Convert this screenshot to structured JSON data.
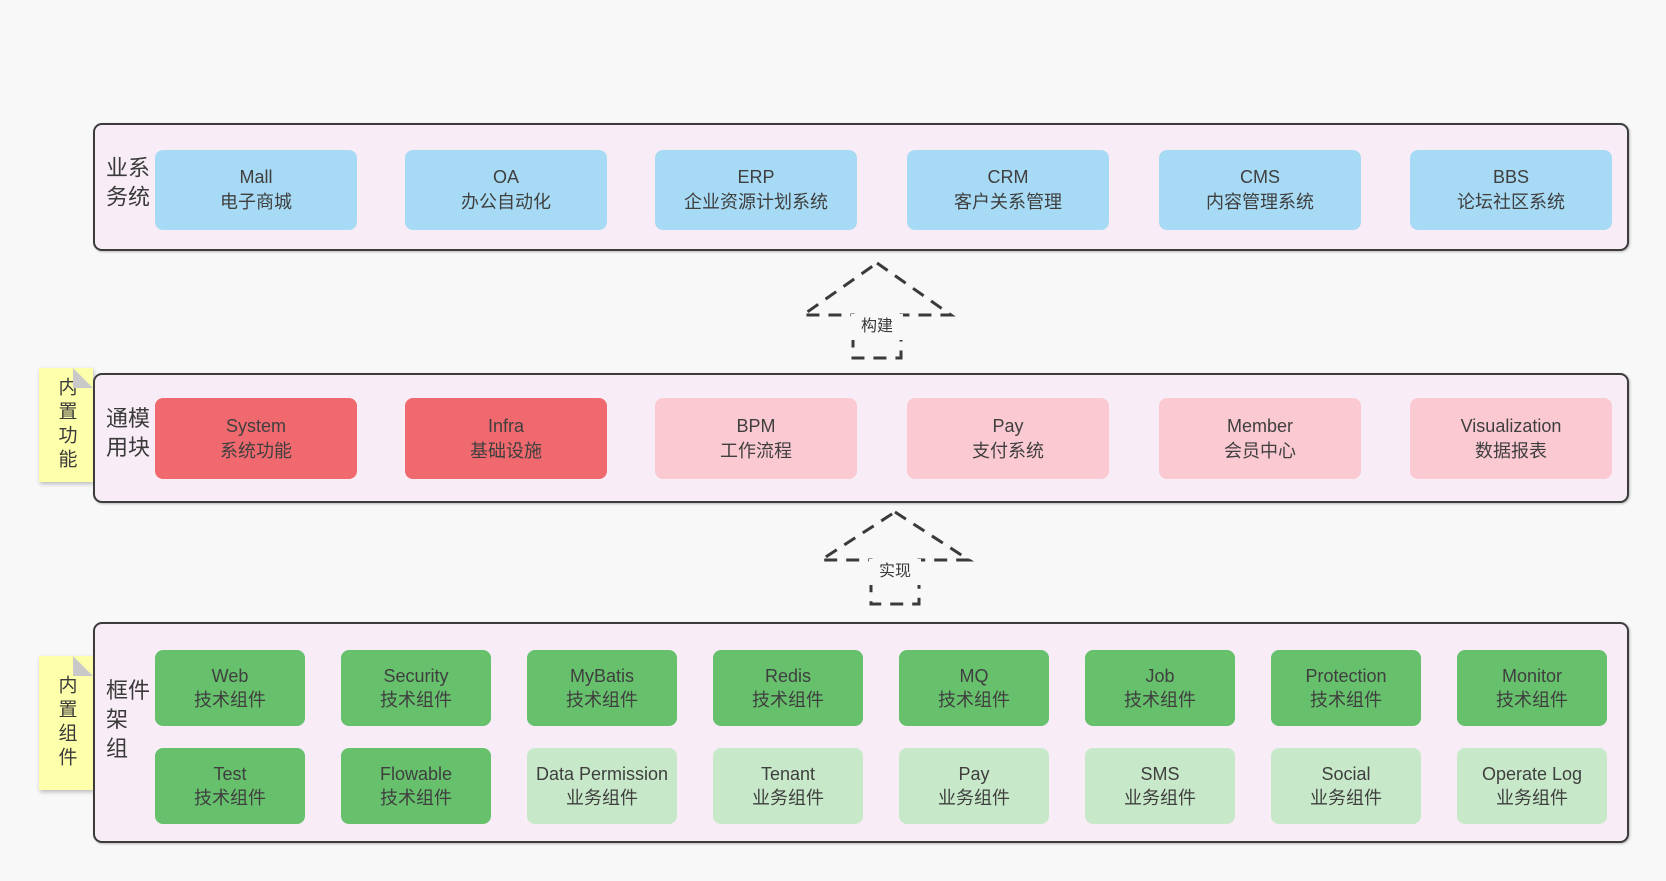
{
  "background": "#f8f8f8",
  "colors": {
    "lane_background": "#f8edf6",
    "lane_border": "#3c3c3c",
    "business_box": "#a7daf4",
    "core_module_box": "#f0696e",
    "optional_module_box": "#fbc9d2",
    "tech_component_box": "#66c06c",
    "biz_component_box": "#c8e9c9",
    "sticky_note": "#feffaa",
    "sticky_fold": "#c9c9c9",
    "text": "#3f3f3f"
  },
  "arrows": [
    {
      "label": "构建"
    },
    {
      "label": "实现"
    }
  ],
  "sections": {
    "business": {
      "side_label": "业务系统",
      "boxes": [
        {
          "title": "Mall",
          "subtitle": "电子商城"
        },
        {
          "title": "OA",
          "subtitle": "办公自动化"
        },
        {
          "title": "ERP",
          "subtitle": "企业资源计划系统"
        },
        {
          "title": "CRM",
          "subtitle": "客户关系管理"
        },
        {
          "title": "CMS",
          "subtitle": "内容管理系统"
        },
        {
          "title": "BBS",
          "subtitle": "论坛社区系统"
        }
      ]
    },
    "modules": {
      "side_label": "通用模块",
      "sticky_label": "内置功能",
      "boxes": [
        {
          "title": "System",
          "subtitle": "系统功能",
          "variant": "red"
        },
        {
          "title": "Infra",
          "subtitle": "基础设施",
          "variant": "red"
        },
        {
          "title": "BPM",
          "subtitle": "工作流程",
          "variant": "pink"
        },
        {
          "title": "Pay",
          "subtitle": "支付系统",
          "variant": "pink"
        },
        {
          "title": "Member",
          "subtitle": "会员中心",
          "variant": "pink"
        },
        {
          "title": "Visualization",
          "subtitle": "数据报表",
          "variant": "pink"
        }
      ]
    },
    "components": {
      "side_label": "框架组件",
      "sticky_label": "内置组件",
      "row1": [
        {
          "title": "Web",
          "subtitle": "技术组件",
          "variant": "green-dark"
        },
        {
          "title": "Security",
          "subtitle": "技术组件",
          "variant": "green-dark"
        },
        {
          "title": "MyBatis",
          "subtitle": "技术组件",
          "variant": "green-dark"
        },
        {
          "title": "Redis",
          "subtitle": "技术组件",
          "variant": "green-dark"
        },
        {
          "title": "MQ",
          "subtitle": "技术组件",
          "variant": "green-dark"
        },
        {
          "title": "Job",
          "subtitle": "技术组件",
          "variant": "green-dark"
        },
        {
          "title": "Protection",
          "subtitle": "技术组件",
          "variant": "green-dark"
        },
        {
          "title": "Monitor",
          "subtitle": "技术组件",
          "variant": "green-dark"
        }
      ],
      "row2": [
        {
          "title": "Test",
          "subtitle": "技术组件",
          "variant": "green-dark"
        },
        {
          "title": "Flowable",
          "subtitle": "技术组件",
          "variant": "green-dark"
        },
        {
          "title": "Data Permission",
          "subtitle": "业务组件",
          "variant": "green-light"
        },
        {
          "title": "Tenant",
          "subtitle": "业务组件",
          "variant": "green-light"
        },
        {
          "title": "Pay",
          "subtitle": "业务组件",
          "variant": "green-light"
        },
        {
          "title": "SMS",
          "subtitle": "业务组件",
          "variant": "green-light"
        },
        {
          "title": "Social",
          "subtitle": "业务组件",
          "variant": "green-light"
        },
        {
          "title": "Operate Log",
          "subtitle": "业务组件",
          "variant": "green-light"
        }
      ]
    }
  }
}
